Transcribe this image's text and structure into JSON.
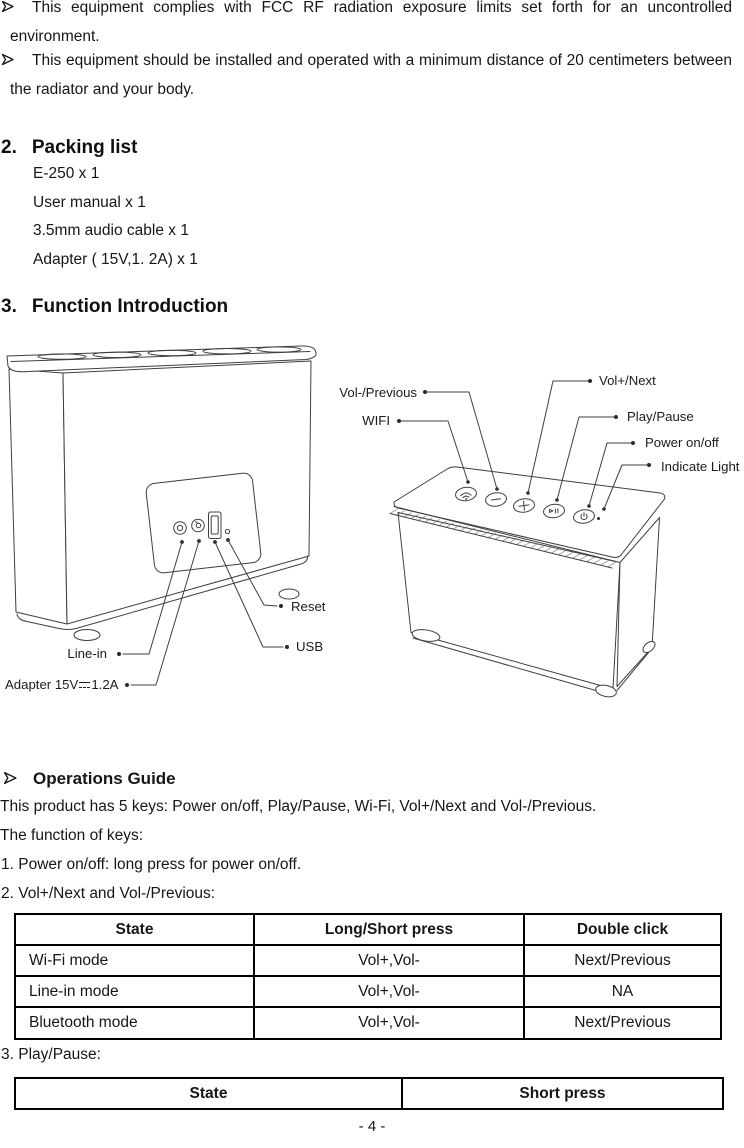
{
  "doc": {
    "notices": [
      "This equipment complies with FCC RF radiation exposure limits set forth for an uncontrolled environment.",
      "This equipment should be installed and operated with a minimum distance of 20 centimeters between the radiator and your body."
    ],
    "packing": {
      "number": "2.",
      "title": "Packing list",
      "items": [
        "E-250 x 1",
        "User manual x 1",
        "3.5mm audio cable x 1",
        "Adapter ( 15V,1. 2A) x 1"
      ]
    },
    "function_intro": {
      "number": "3.",
      "title": "Function Introduction"
    },
    "figure": {
      "labels": {
        "vol_minus": "Vol-/Previous",
        "wifi": "WIFI",
        "vol_plus": "Vol+/Next",
        "play_pause": "Play/Pause",
        "power": "Power on/off",
        "indicate_light": "Indicate Light",
        "reset": "Reset",
        "usb": "USB",
        "line_in": "Line-in",
        "adapter_prefix": "Adapter 15V",
        "adapter_suffix": "1.2A"
      }
    },
    "operations": {
      "title": "Operations Guide",
      "intro": "This product has 5 keys: Power on/off, Play/Pause, Wi-Fi, Vol+/Next and Vol-/Previous.",
      "subtitle": "The function of keys:",
      "item1": "1. Power on/off: long press for power on/off.",
      "item2": "2. Vol+/Next and Vol-/Previous:",
      "item3": "3. Play/Pause:"
    },
    "table1": {
      "headers": [
        "State",
        "Long/Short press",
        "Double click"
      ],
      "rows": [
        [
          "Wi-Fi mode",
          "Vol+,Vol-",
          "Next/Previous"
        ],
        [
          "Line-in mode",
          "Vol+,Vol-",
          "NA"
        ],
        [
          "Bluetooth mode",
          "Vol+,Vol-",
          "Next/Previous"
        ]
      ]
    },
    "table2": {
      "headers": [
        "State",
        "Short press"
      ]
    },
    "page_number": "- 4 -"
  }
}
